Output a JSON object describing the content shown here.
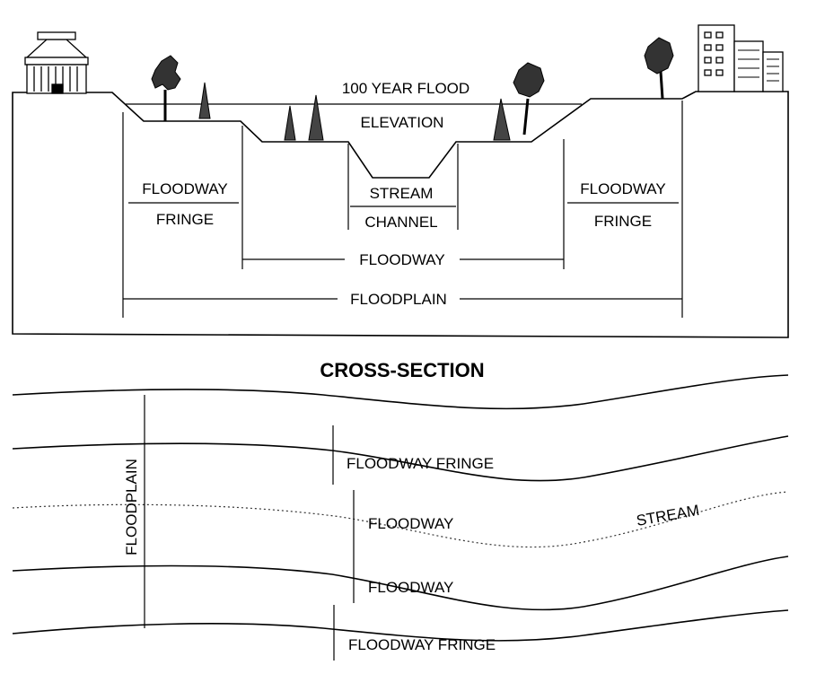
{
  "cross_section": {
    "flood_elevation_line1": "100 YEAR FLOOD",
    "flood_elevation_line2": "ELEVATION",
    "left_fringe_line1": "FLOODWAY",
    "left_fringe_line2": "FRINGE",
    "channel_line1": "STREAM",
    "channel_line2": "CHANNEL",
    "right_fringe_line1": "FLOODWAY",
    "right_fringe_line2": "FRINGE",
    "floodway_label": "FLOODWAY",
    "floodplain_label": "FLOODPLAIN"
  },
  "section_title": "CROSS-SECTION",
  "plan_view": {
    "floodplain_label": "FLOODPLAIN",
    "upper_fringe": "FLOODWAY FRINGE",
    "upper_floodway": "FLOODWAY",
    "lower_floodway": "FLOODWAY",
    "lower_fringe": "FLOODWAY FRINGE",
    "stream_label": "STREAM"
  },
  "icons": [
    "building-icon",
    "tree-icon",
    "office-tower-icon"
  ]
}
